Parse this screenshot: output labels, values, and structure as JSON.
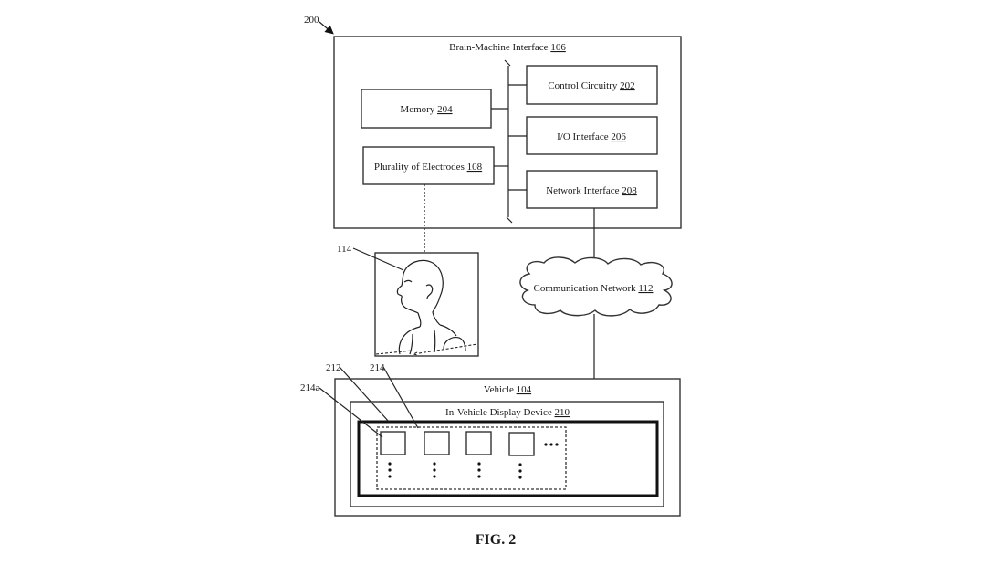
{
  "figure": {
    "ref_label": "200",
    "caption": "FIG. 2"
  },
  "bmi": {
    "title": "Brain-Machine Interface",
    "ref": "106",
    "components": [
      {
        "name": "Control Circuitry",
        "ref": "202"
      },
      {
        "name": "Memory",
        "ref": "204"
      },
      {
        "name": "I/O Interface",
        "ref": "206"
      },
      {
        "name": "Plurality of Electrodes",
        "ref": "108"
      },
      {
        "name": "Network Interface",
        "ref": "208"
      }
    ]
  },
  "user": {
    "ref_label": "114"
  },
  "network": {
    "name": "Communication Network",
    "ref": "112"
  },
  "vehicle": {
    "title": "Vehicle",
    "ref": "104",
    "display": {
      "title": "In-Vehicle Display Device",
      "ref": "210",
      "screen_label": "212",
      "group_label": "214",
      "item_label": "214a",
      "ellipsis": "•••"
    }
  }
}
